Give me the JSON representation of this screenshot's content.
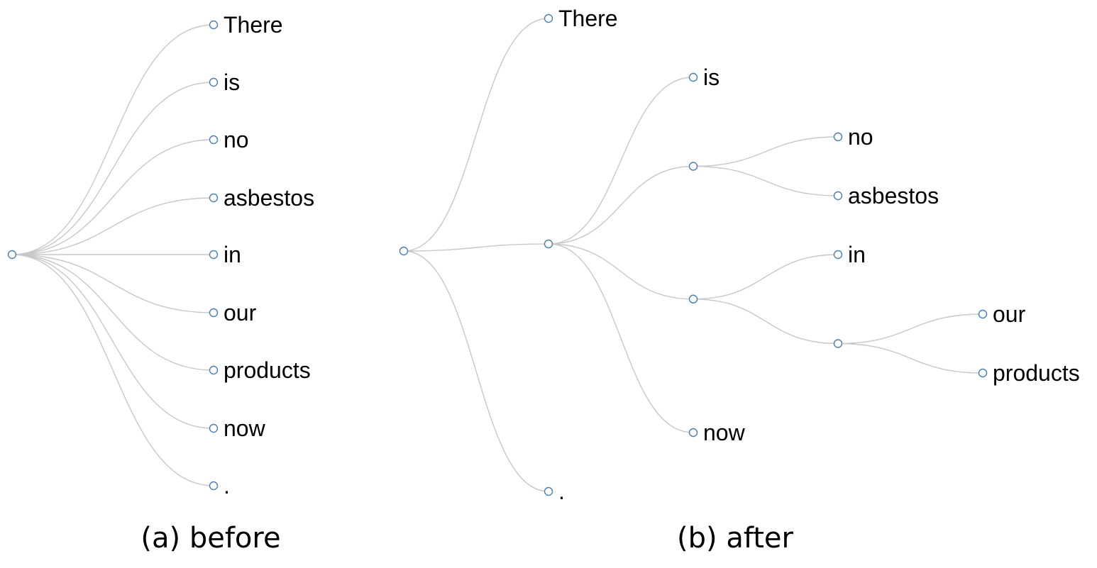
{
  "colors": {
    "link": "#c8c8c8",
    "node_stroke": "#4a7fb5",
    "node_fill": "#ffffff",
    "text": "#000000"
  },
  "panels": [
    {
      "id": "before",
      "caption": "(a) before",
      "tree": {
        "children": [
          {
            "label": "There"
          },
          {
            "label": "is"
          },
          {
            "label": "no"
          },
          {
            "label": "asbestos"
          },
          {
            "label": "in"
          },
          {
            "label": "our"
          },
          {
            "label": "products"
          },
          {
            "label": "now"
          },
          {
            "label": "."
          }
        ]
      }
    },
    {
      "id": "after",
      "caption": "(b) after",
      "tree": {
        "children": [
          {
            "label": "There"
          },
          {
            "children": [
              {
                "label": "is"
              },
              {
                "children": [
                  {
                    "label": "no"
                  },
                  {
                    "label": "asbestos"
                  }
                ]
              },
              {
                "children": [
                  {
                    "label": "in"
                  },
                  {
                    "children": [
                      {
                        "label": "our"
                      },
                      {
                        "label": "products"
                      }
                    ]
                  }
                ]
              },
              {
                "label": "now"
              }
            ]
          },
          {
            "label": "."
          }
        ]
      }
    }
  ]
}
